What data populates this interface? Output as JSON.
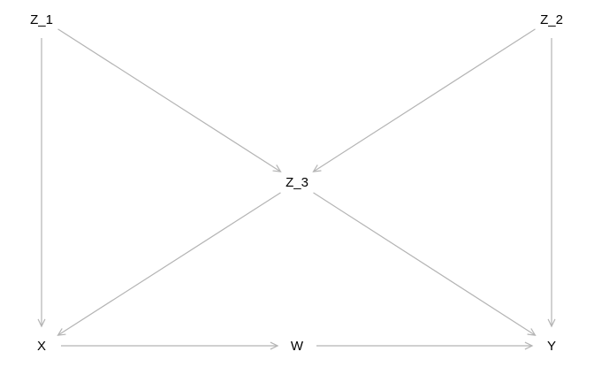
{
  "diagram": {
    "nodes": [
      {
        "id": "Z_1",
        "label": "Z_1"
      },
      {
        "id": "Z_2",
        "label": "Z_2"
      },
      {
        "id": "Z_3",
        "label": "Z_3"
      },
      {
        "id": "X",
        "label": "X"
      },
      {
        "id": "W",
        "label": "W"
      },
      {
        "id": "Y",
        "label": "Y"
      }
    ],
    "edges": [
      {
        "from": "Z_1",
        "to": "X"
      },
      {
        "from": "Z_1",
        "to": "Z_3"
      },
      {
        "from": "Z_2",
        "to": "Z_3"
      },
      {
        "from": "Z_2",
        "to": "Y"
      },
      {
        "from": "Z_3",
        "to": "X"
      },
      {
        "from": "Z_3",
        "to": "Y"
      },
      {
        "from": "X",
        "to": "W"
      },
      {
        "from": "W",
        "to": "Y"
      }
    ],
    "edge_color": "#b4b4b4",
    "label_color": "#000000"
  }
}
